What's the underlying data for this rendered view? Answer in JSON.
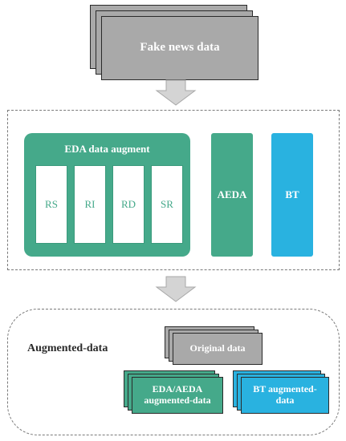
{
  "source": {
    "label": "Fake news data"
  },
  "eda_panel": {
    "title": "EDA data augment",
    "operations": [
      "RS",
      "RI",
      "RD",
      "SR"
    ]
  },
  "methods": {
    "aeda": "AEDA",
    "bt": "BT"
  },
  "result": {
    "title": "Augmented-data",
    "original_label": "Original data",
    "eda_aeda_label": "EDA/AEDA augmented-data",
    "bt_label": "BT augmented-data"
  },
  "colors": {
    "green": "#45a98a",
    "blue": "#29b2e0",
    "gray": "#a9a9a9",
    "arrow": "#d4d4d4"
  }
}
